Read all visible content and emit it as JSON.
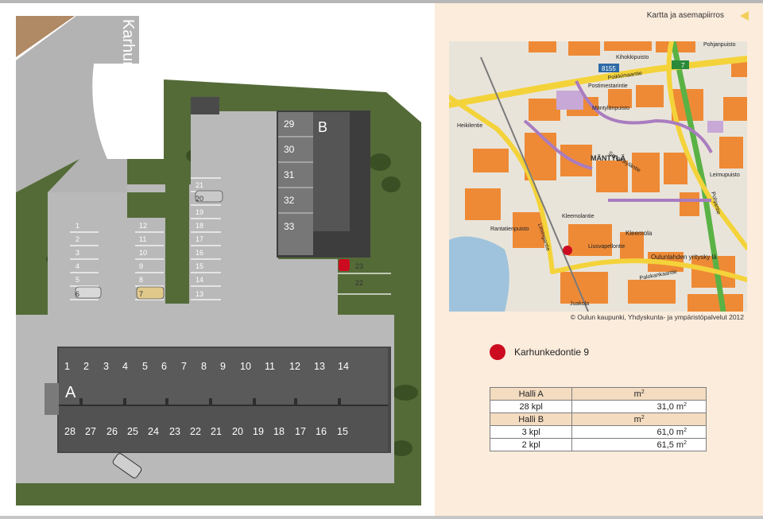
{
  "header": {
    "title": "Kartta ja asemapiirros",
    "back_icon": "back-triangle-icon"
  },
  "site_plan": {
    "street": "Karhunkedontie",
    "building_a": {
      "label": "A",
      "top_doors": [
        "1",
        "2",
        "3",
        "4",
        "5",
        "6",
        "7",
        "8",
        "9",
        "10",
        "11",
        "12",
        "13",
        "14"
      ],
      "bottom_doors": [
        "28",
        "27",
        "26",
        "25",
        "24",
        "23",
        "22",
        "21",
        "20",
        "19",
        "18",
        "17",
        "16",
        "15"
      ]
    },
    "building_b": {
      "label": "B",
      "units": [
        "29",
        "30",
        "31",
        "32",
        "33"
      ]
    },
    "parking": {
      "col1": [
        "1",
        "2",
        "3",
        "4",
        "5",
        "6"
      ],
      "col2": [
        "12",
        "11",
        "10",
        "9",
        "8",
        "7"
      ],
      "col3": [
        "21",
        "20",
        "19",
        "18",
        "17",
        "16",
        "15",
        "14",
        "13"
      ],
      "right": [
        "23",
        "22"
      ]
    }
  },
  "map": {
    "labels": [
      "Poikkimaantie",
      "Postimestarintie",
      "Sanginkyläntie",
      "MÄNTYLÄ",
      "Kleemola",
      "Kleemolantie",
      "Limingantie",
      "Oulunlahden yritysky lä",
      "Pohjantie",
      "Palokankaantie",
      "Mäntylänpuisto",
      "Pohjanpuisto",
      "Kihokkipuisto",
      "Rantatienpuisto",
      "Liusvapellontie",
      "Heikilentie",
      "Juakola",
      "Leimupuisto"
    ],
    "badges": [
      "8155",
      "7"
    ],
    "marker_color": "#cc0b20"
  },
  "credit": "© Oulun kaupunki, Yhdyskunta- ja ympäristöpalvelut 2012",
  "legend": {
    "label": "Karhunkedontie 9",
    "color": "#cc0b20"
  },
  "table": {
    "rows": [
      {
        "c1": "Halli A",
        "c2": "m",
        "sup": "2",
        "head": true
      },
      {
        "c1": "28 kpl",
        "c2": "31,0 m",
        "sup": "2",
        "head": false
      },
      {
        "c1": "Halli B",
        "c2": "m",
        "sup": "2",
        "head": true
      },
      {
        "c1": "3 kpl",
        "c2": "61,0 m",
        "sup": "2",
        "head": false
      },
      {
        "c1": "2 kpl",
        "c2": "61,5 m",
        "sup": "2",
        "head": false
      }
    ]
  },
  "colors": {
    "accent": "#f2cf5a",
    "right_panel": "#fbecdc",
    "marker": "#cc0b20"
  }
}
